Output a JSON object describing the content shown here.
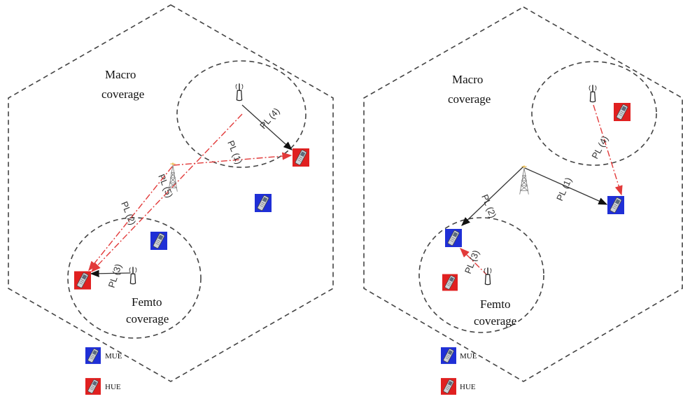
{
  "colors": {
    "mue_bg": "#1f2fd6",
    "hue_bg": "#e02020",
    "interference": "#e23a3a",
    "signal": "#333333"
  },
  "icons": {
    "ue": "mobile-phone-icon",
    "femto_bs": "femto-antenna-icon",
    "macro_bs": "macro-tower-icon"
  },
  "panel_left": {
    "macro_label": [
      "Macro",
      "coverage"
    ],
    "femto_label": [
      "Femto",
      "coverage"
    ],
    "links": {
      "pl1": "PL (1)",
      "pl2": "PL (2)",
      "pl3": "PL (3)",
      "pl4": "PL (4)",
      "pl5": "PL (5)"
    },
    "legend": {
      "mue": "MUE",
      "hue": "HUE"
    }
  },
  "panel_right": {
    "macro_label": [
      "Macro",
      "coverage"
    ],
    "femto_label": [
      "Femto",
      "coverage"
    ],
    "links": {
      "pl1": "PL (1)",
      "pl2": "PL (2)",
      "pl3": "PL (3)",
      "pl4": "PL (4)"
    },
    "legend": {
      "mue": "MUE",
      "hue": "HUE"
    }
  }
}
